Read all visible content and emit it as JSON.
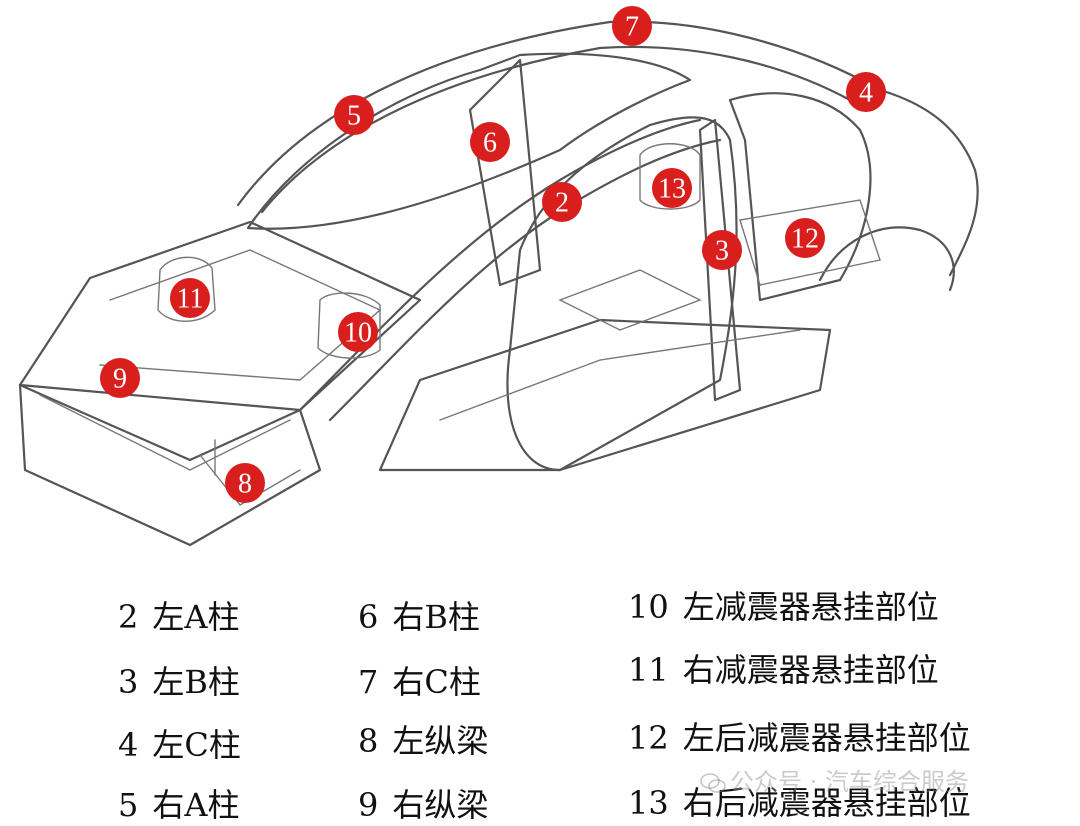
{
  "markers": [
    {
      "id": "2",
      "label": "2"
    },
    {
      "id": "3",
      "label": "3"
    },
    {
      "id": "4",
      "label": "4"
    },
    {
      "id": "5",
      "label": "5"
    },
    {
      "id": "6",
      "label": "6"
    },
    {
      "id": "7",
      "label": "7"
    },
    {
      "id": "8",
      "label": "8"
    },
    {
      "id": "9",
      "label": "9"
    },
    {
      "id": "10",
      "label": "10"
    },
    {
      "id": "11",
      "label": "11"
    },
    {
      "id": "12",
      "label": "12"
    },
    {
      "id": "13",
      "label": "13"
    }
  ],
  "legend": [
    {
      "num": "2",
      "text": "左A柱"
    },
    {
      "num": "3",
      "text": "左B柱"
    },
    {
      "num": "4",
      "text": "左C柱"
    },
    {
      "num": "5",
      "text": "右A柱"
    },
    {
      "num": "6",
      "text": "右B柱"
    },
    {
      "num": "7",
      "text": "右C柱"
    },
    {
      "num": "8",
      "text": "左纵梁"
    },
    {
      "num": "9",
      "text": "右纵梁"
    },
    {
      "num": "10",
      "text": "左减震器悬挂部位"
    },
    {
      "num": "11",
      "text": "右减震器悬挂部位"
    },
    {
      "num": "12",
      "text": "左后减震器悬挂部位"
    },
    {
      "num": "13",
      "text": "右后减震器悬挂部位"
    }
  ],
  "watermark": {
    "text": "公众号 · 汽车综合服务",
    "icon": "wechat-icon"
  },
  "colors": {
    "marker": "#d91e1e",
    "line": "#555555"
  }
}
